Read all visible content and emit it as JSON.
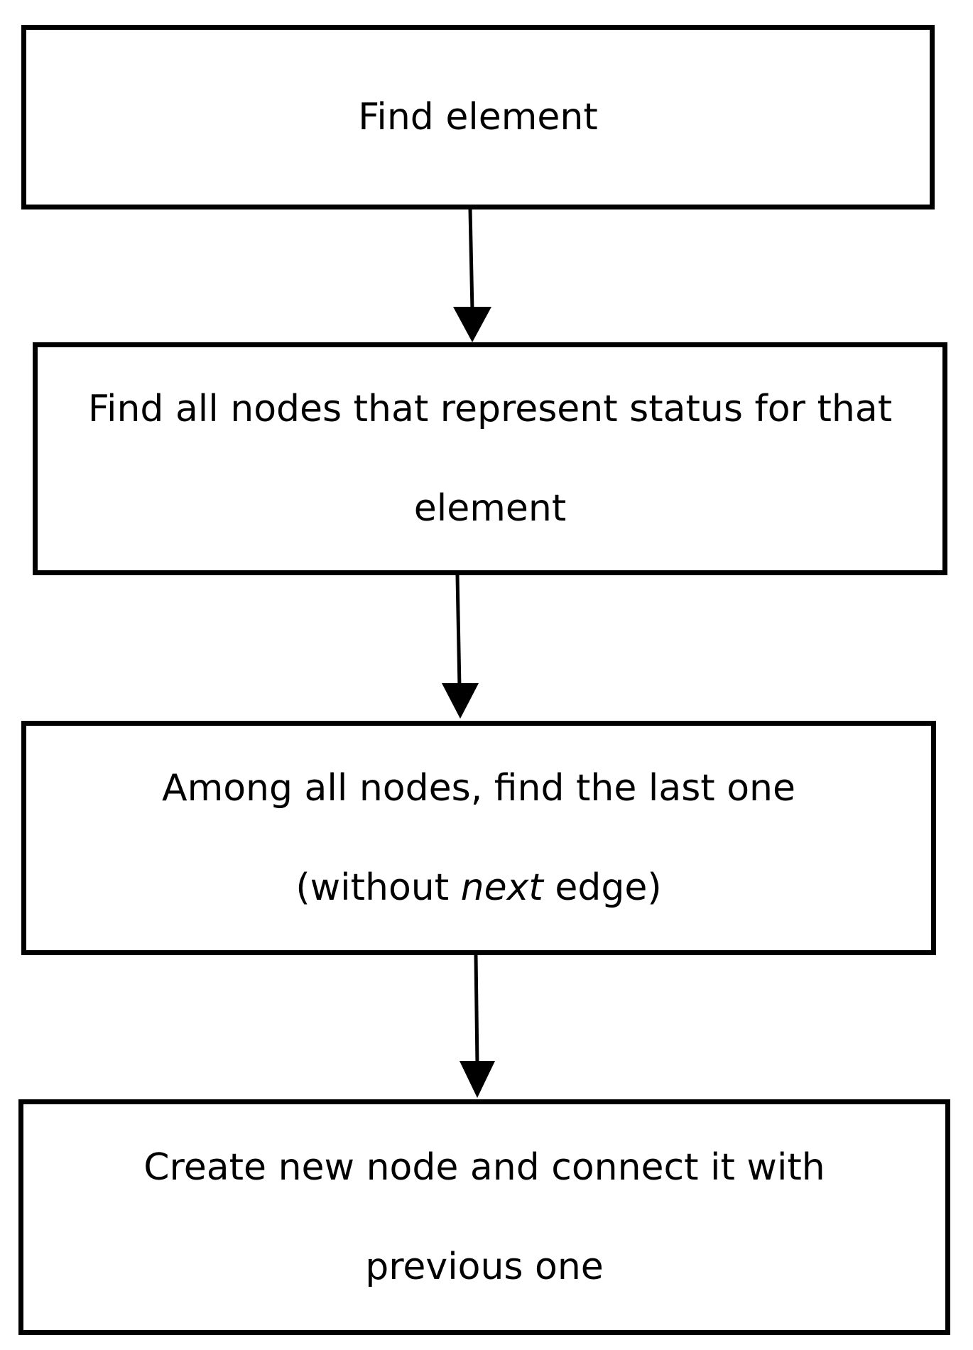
{
  "flow": {
    "step1": {
      "line1": "Find element"
    },
    "step2": {
      "line1": "Find all nodes that represent status for that",
      "line2": "element"
    },
    "step3": {
      "line1": "Among all nodes, find the last one",
      "line2_before": "(without ",
      "line2_emphasis": "next",
      "line2_after": " edge)"
    },
    "step4": {
      "line1": "Create new node and connect it with",
      "line2": "previous one"
    }
  },
  "colors": {
    "stroke": "#000000",
    "background": "#ffffff"
  }
}
